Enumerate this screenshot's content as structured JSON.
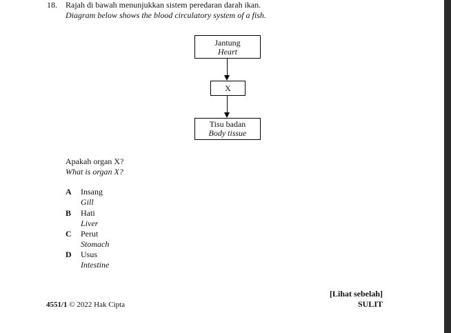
{
  "question": {
    "number": "18.",
    "text_ms": "Rajah di bawah menunjukkan sistem peredaran darah ikan.",
    "text_en": "Diagram below shows the blood circulatory system of a fish."
  },
  "diagram": {
    "top_box": {
      "ms": "Jantung",
      "en": "Heart"
    },
    "middle_box": {
      "label": "X"
    },
    "bottom_box": {
      "ms": "Tisu badan",
      "en": "Body tissue"
    }
  },
  "ask": {
    "ms": "Apakah organ X?",
    "en": "What is organ X?"
  },
  "options": [
    {
      "letter": "A",
      "ms": "Insang",
      "en": "Gill"
    },
    {
      "letter": "B",
      "ms": "Hati",
      "en": "Liver"
    },
    {
      "letter": "C",
      "ms": "Perut",
      "en": "Stomach"
    },
    {
      "letter": "D",
      "ms": "Usus",
      "en": "Intestine"
    }
  ],
  "footer": {
    "code": "4551/1",
    "copyright": "© 2022 Hak Cipta",
    "turn_over": "[Lihat sebelah]",
    "classification": "SULIT"
  }
}
